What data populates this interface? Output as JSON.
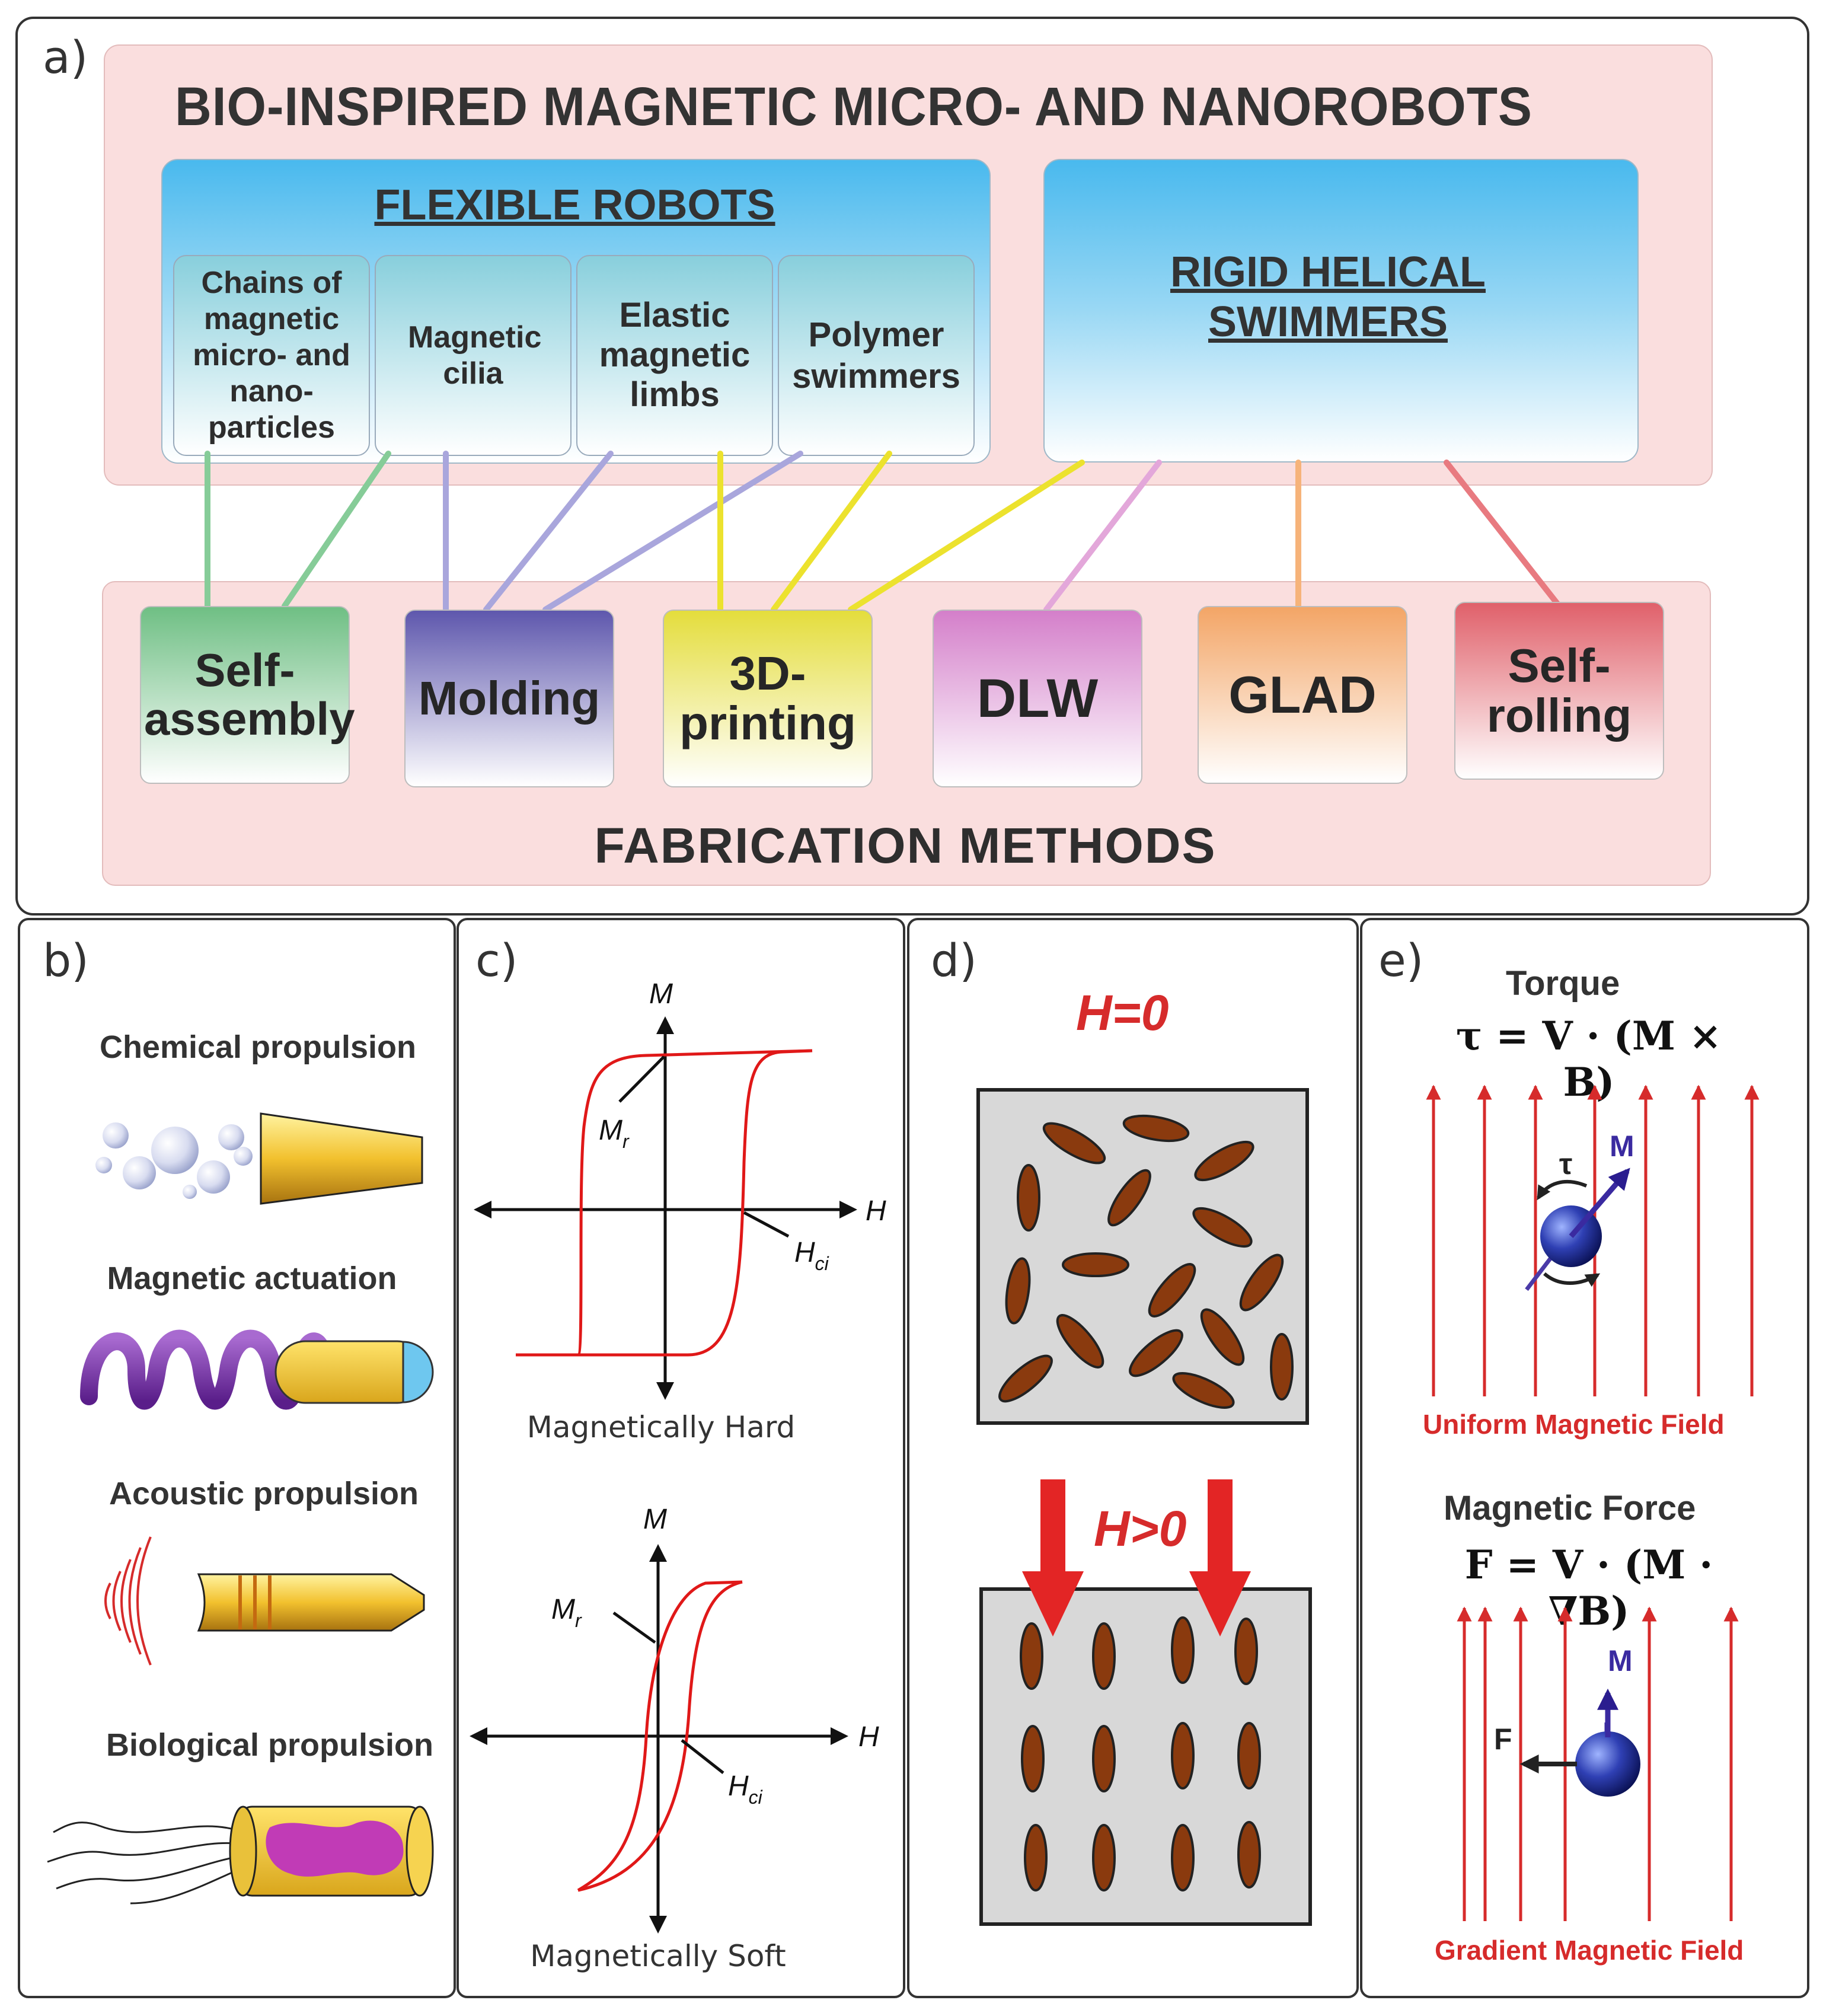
{
  "panel_a": {
    "tag": "a)",
    "title": "BIO-INSPIRED MAGNETIC MICRO- AND NANOROBOTS",
    "flexible": {
      "title": "FLEXIBLE ROBOTS",
      "items": [
        "Chains of magnetic micro- and nano- particles",
        "Magnetic cilia",
        "Elastic magnetic limbs",
        "Polymer swimmers"
      ]
    },
    "rigid": {
      "line1": "RIGID HELICAL",
      "line2": "SWIMMERS"
    },
    "methods_title": "FABRICATION METHODS",
    "methods": [
      {
        "label": "Self- assembly",
        "color": "#6fbf84"
      },
      {
        "label": "Molding",
        "color": "#6c66b8"
      },
      {
        "label": "3D- printing",
        "color": "#e4dd3c"
      },
      {
        "label": "DLW",
        "color": "#d98fcf"
      },
      {
        "label": "GLAD",
        "color": "#f3a566"
      },
      {
        "label": "Self- rolling",
        "color": "#e0606a"
      }
    ]
  },
  "panel_b": {
    "tag": "b)",
    "items": [
      "Chemical propulsion",
      "Magnetic actuation",
      "Acoustic propulsion",
      "Biological propulsion"
    ]
  },
  "panel_c": {
    "tag": "c)",
    "axis_m": "M",
    "axis_h": "H",
    "mr": "M",
    "mr_sub": "r",
    "hci": "H",
    "hci_sub": "ci",
    "hard_label": "Magnetically Hard",
    "soft_label": "Magnetically Soft"
  },
  "panel_d": {
    "tag": "d)",
    "h_zero": "H=0",
    "h_pos": "H>0"
  },
  "panel_e": {
    "tag": "e)",
    "torque_title": "Torque",
    "torque_eq": "τ = V · (M × B)",
    "tau": "τ",
    "m": "M",
    "uniform_label": "Uniform Magnetic Field",
    "force_title": "Magnetic Force",
    "force_eq": "F = V · (M · ∇B)",
    "f": "F",
    "gradient_label": "Gradient Magnetic Field"
  },
  "colors": {
    "pink_bg": "#fadede",
    "red": "#d62b2b",
    "brown": "#8a3a0e"
  }
}
